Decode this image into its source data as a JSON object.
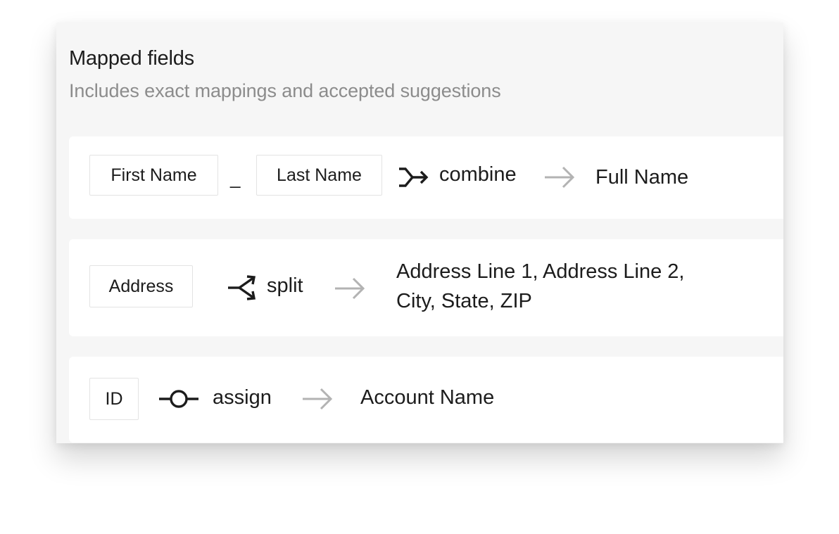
{
  "header": {
    "title": "Mapped fields",
    "subtitle": "Includes exact mappings and accepted suggestions"
  },
  "mappings": [
    {
      "sources": [
        "First Name",
        "Last Name"
      ],
      "separator": "_",
      "operation": {
        "label": "combine",
        "icon": "combine-icon"
      },
      "targets": [
        "Full Name"
      ]
    },
    {
      "sources": [
        "Address"
      ],
      "operation": {
        "label": "split",
        "icon": "split-icon"
      },
      "targets": [
        "Address Line 1, Address Line 2,",
        "City, State, ZIP"
      ]
    },
    {
      "sources": [
        "ID"
      ],
      "operation": {
        "label": "assign",
        "icon": "assign-icon"
      },
      "targets": [
        "Account Name"
      ]
    }
  ],
  "colors": {
    "card_bg": "#f6f6f6",
    "row_bg": "#ffffff",
    "text": "#1c1c1c",
    "subtitle": "#8c8c8c",
    "arrow": "#b3b3b3",
    "chip_border": "#e3e3e3"
  }
}
